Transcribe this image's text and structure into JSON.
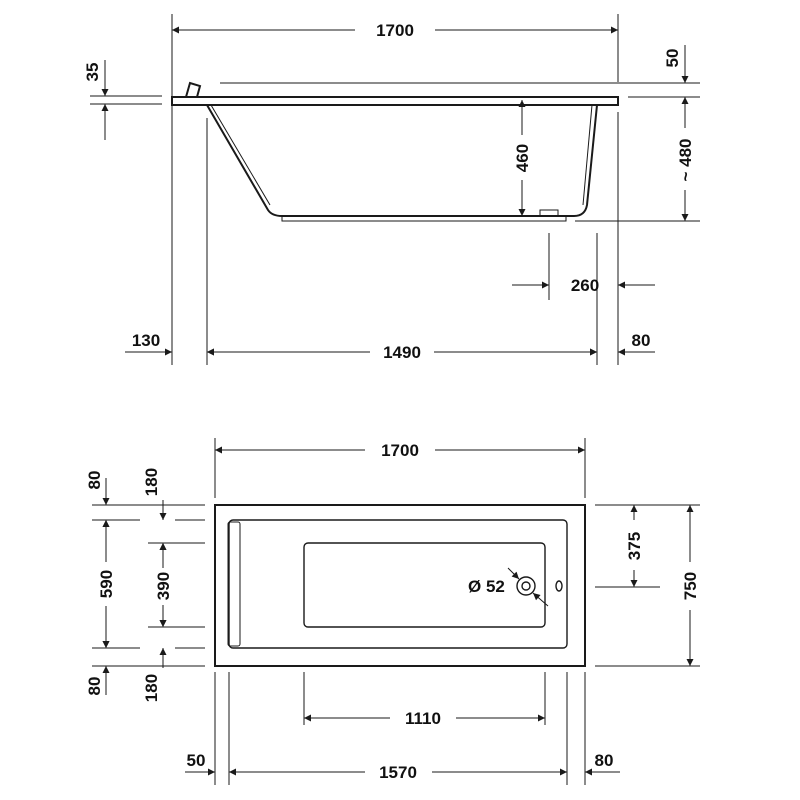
{
  "side_view": {
    "overall_length": "1700",
    "rim_height": "35",
    "rim_offset": "50",
    "inner_depth": "460",
    "total_height": "~ 480",
    "drain_offset": "260",
    "left_end_offset": "130",
    "bottom_length": "1490",
    "right_end_offset": "80"
  },
  "top_view": {
    "overall_length": "1700",
    "top_edge_offset": "80",
    "top_inner_offset": "180",
    "inner_width": "590",
    "basin_width": "390",
    "bottom_edge_offset": "80",
    "bottom_inner_offset": "180",
    "overflow_position": "375",
    "overall_width": "750",
    "overflow_diameter": "Ø 52",
    "basin_length": "1110",
    "left_offset": "50",
    "inner_length": "1570",
    "right_offset": "80"
  },
  "colors": {
    "line": "#1a1a1a",
    "text": "#111111",
    "background": "#ffffff"
  }
}
